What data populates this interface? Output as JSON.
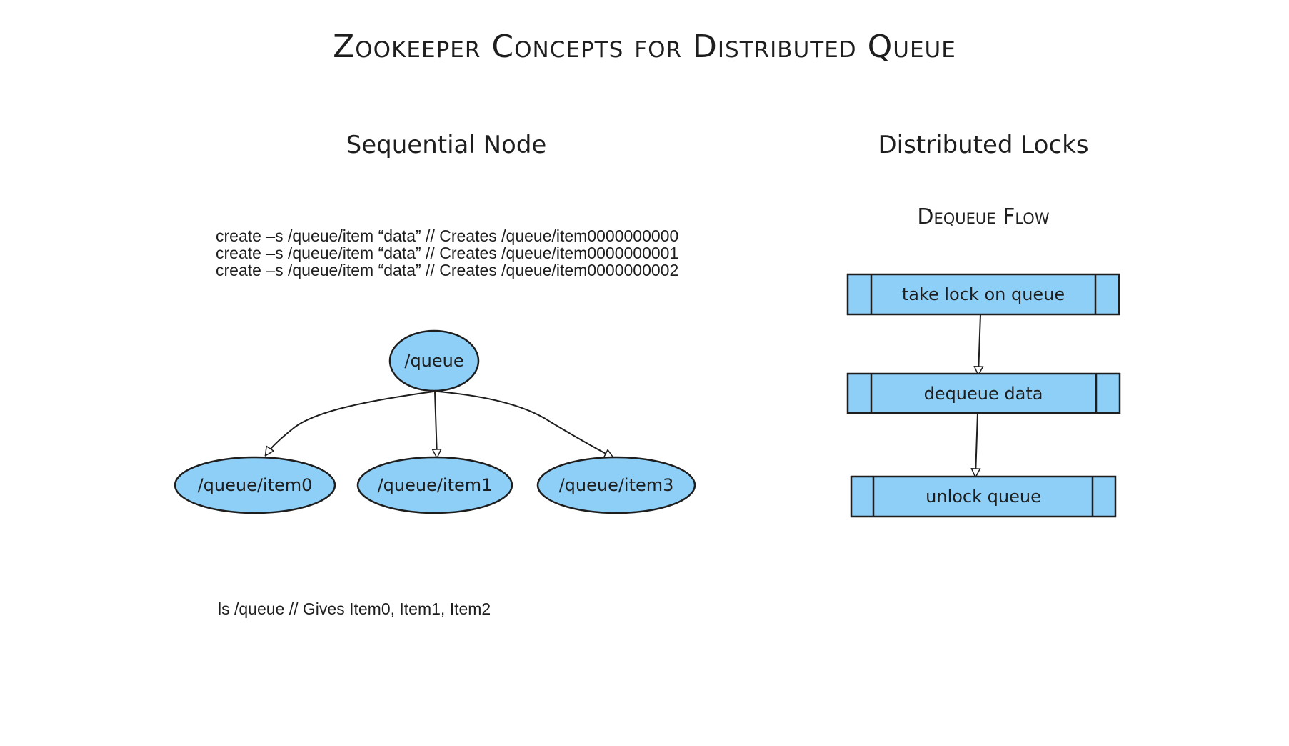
{
  "title": "Zookeeper Concepts for Distributed Queue",
  "colors": {
    "node_fill": "#8ecff8",
    "stroke": "#1e1e1e",
    "background": "#ffffff"
  },
  "sequential": {
    "heading": "Sequential Node",
    "commands": [
      "create –s /queue/item “data” // Creates /queue/item0000000000",
      "create –s /queue/item “data” // Creates /queue/item0000000001",
      "create –s /queue/item “data” // Creates /queue/item0000000002"
    ],
    "root": "/queue",
    "children": [
      "/queue/item0",
      "/queue/item1",
      "/queue/item3"
    ],
    "ls_command": "ls /queue // Gives Item0, Item1, Item2"
  },
  "locks": {
    "heading": "Distributed Locks",
    "flow_title": "Dequeue Flow",
    "steps": [
      "take lock on queue",
      "dequeue data",
      "unlock queue"
    ]
  }
}
